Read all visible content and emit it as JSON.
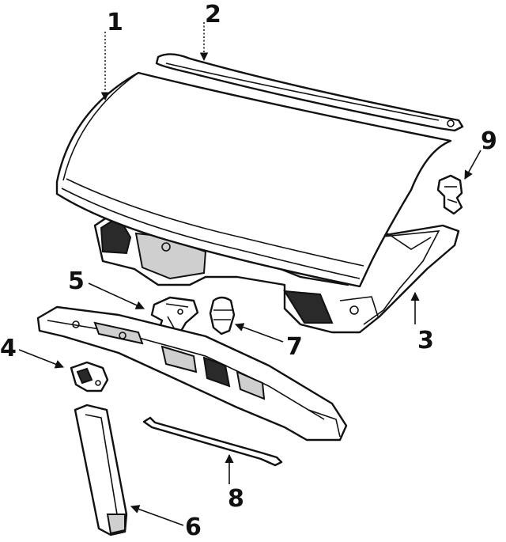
{
  "callouts": [
    {
      "id": "1",
      "label": "1"
    },
    {
      "id": "2",
      "label": "2"
    },
    {
      "id": "3",
      "label": "3"
    },
    {
      "id": "4",
      "label": "4"
    },
    {
      "id": "5",
      "label": "5"
    },
    {
      "id": "6",
      "label": "6"
    },
    {
      "id": "7",
      "label": "7"
    },
    {
      "id": "8",
      "label": "8"
    },
    {
      "id": "9",
      "label": "9"
    }
  ],
  "colors": {
    "ink": "#111111",
    "paper": "#ffffff",
    "shade": "#cfcfcf"
  }
}
